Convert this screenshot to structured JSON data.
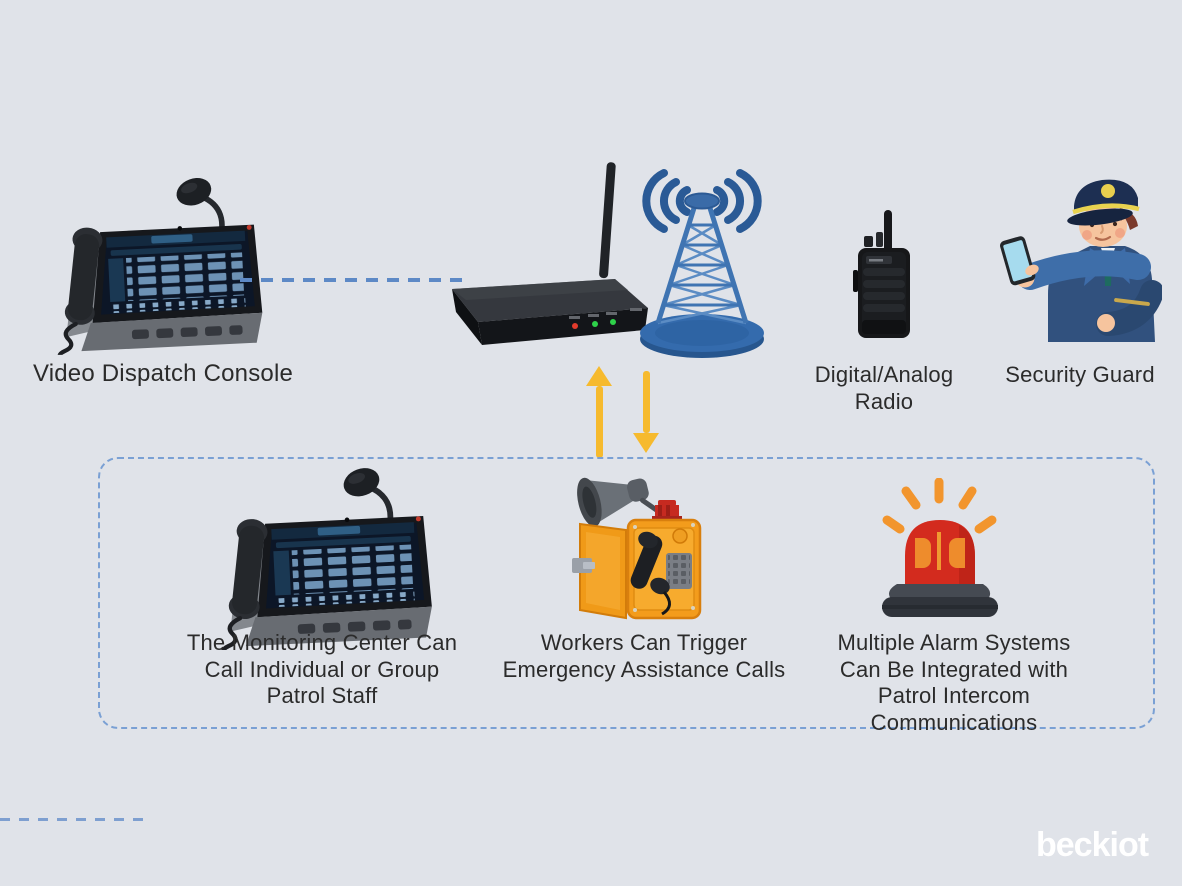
{
  "labels": {
    "video_dispatch_console": "Video Dispatch Console",
    "digital_analog_radio_line1": "Digital/Analog",
    "digital_analog_radio_line2": "Radio",
    "security_guard": "Security Guard"
  },
  "feature_box": {
    "items": [
      {
        "caption_lines": [
          "The Monitoring Center Can",
          "Call Individual or Group",
          "Patrol Staff"
        ]
      },
      {
        "caption_lines": [
          "Workers Can Trigger",
          "Emergency Assistance Calls"
        ]
      },
      {
        "caption_lines": [
          "Multiple Alarm Systems",
          "Can Be Integrated with",
          "Patrol Intercom Communications"
        ]
      }
    ]
  },
  "logo": {
    "text": "beckiot"
  },
  "icons": {
    "dispatch_console": "video-dispatch-console-illustration",
    "gateway": "gateway-server-illustration",
    "radio_tower": "radio-tower-icon",
    "signal_waves": "signal-waves-icon",
    "walkie_talkie": "walkie-talkie-illustration",
    "security_guard": "security-guard-illustration",
    "monitoring_console": "monitoring-console-illustration",
    "emergency_phone": "emergency-telephone-illustration",
    "alarm_beacon": "alarm-beacon-icon",
    "uplink_arrow": "arrow-up-icon",
    "downlink_arrow": "arrow-down-icon"
  },
  "colors": {
    "background": "#e0e3e9",
    "connector_blue": "#5d89c6",
    "box_border_blue": "#7aa0d4",
    "arrow_yellow": "#f6ba2e",
    "text": "#2b2b2b",
    "tower_blue": "#3a6ba8",
    "emergency_orange": "#f39c1c",
    "alarm_red": "#d32b1e",
    "logo_white": "#ffffff",
    "gateway_leds": [
      "#e23b2c",
      "#2ed24a",
      "#2ed24a"
    ]
  }
}
